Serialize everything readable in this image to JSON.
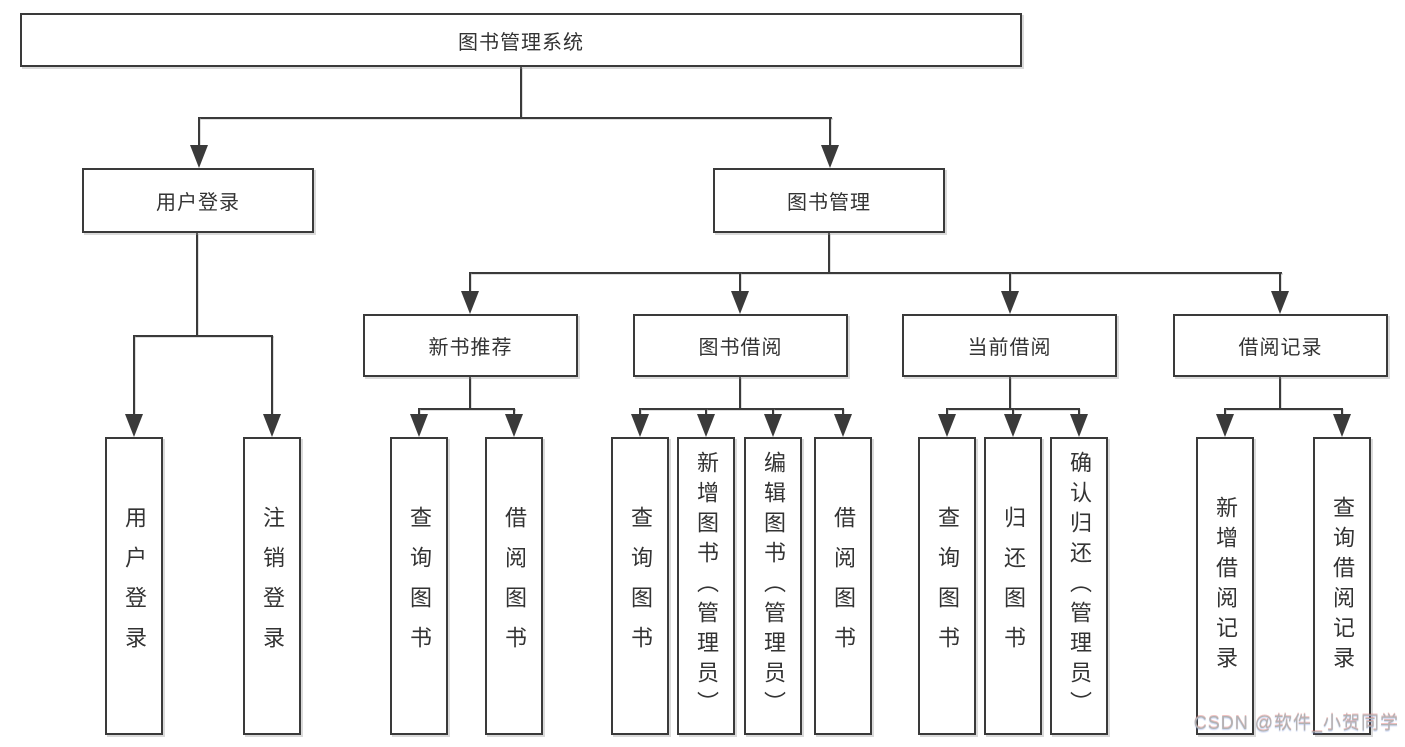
{
  "diagram_type": "functional-decomposition-tree",
  "style": {
    "line_color": "#3a3a3a",
    "text_color": "#333333",
    "watermark_color": "#b2b2b2",
    "background": "#ffffff"
  },
  "tree": {
    "root": {
      "label": "图书管理系统",
      "children": [
        {
          "label": "用户登录",
          "children": [
            {
              "label": "用户登录"
            },
            {
              "label": "注销登录"
            }
          ]
        },
        {
          "label": "图书管理",
          "children": [
            {
              "label": "新书推荐",
              "children": [
                {
                  "label": "查询图书"
                },
                {
                  "label": "借阅图书"
                }
              ]
            },
            {
              "label": "图书借阅",
              "children": [
                {
                  "label": "查询图书"
                },
                {
                  "label": "新增图书（管理员）"
                },
                {
                  "label": "编辑图书（管理员）"
                },
                {
                  "label": "借阅图书"
                }
              ]
            },
            {
              "label": "当前借阅",
              "children": [
                {
                  "label": "查询图书"
                },
                {
                  "label": "归还图书"
                },
                {
                  "label": "确认归还（管理员）"
                }
              ]
            },
            {
              "label": "借阅记录",
              "children": [
                {
                  "label": "新增借阅记录"
                },
                {
                  "label": "查询借阅记录"
                }
              ]
            }
          ]
        }
      ]
    }
  },
  "watermark": {
    "text": "CSDN @软件_小贺同学"
  }
}
